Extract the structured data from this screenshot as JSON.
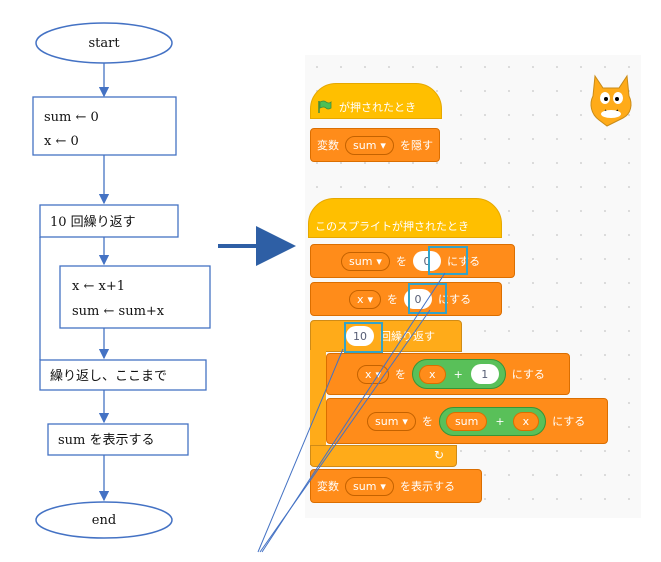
{
  "flowchart": {
    "start": "start",
    "init_line1": "sum ← 0",
    "init_line2": "x ← 0",
    "loop_start": "10 回繰り返す",
    "body_line1": "x ← x+1",
    "body_line2": "sum ← sum+x",
    "loop_end": "繰り返し、ここまで",
    "output": "sum を表示する",
    "end": "end"
  },
  "scratch": {
    "flag_hat": "が押されたとき",
    "hide_var": {
      "label": "変数",
      "var": "sum",
      "suffix": "を隠す"
    },
    "sprite_hat": "このスプライトが押されたとき",
    "set_sum": {
      "var": "sum",
      "mid": "を",
      "value": "0",
      "suffix": "にする"
    },
    "set_x": {
      "var": "x",
      "mid": "を",
      "value": "0",
      "suffix": "にする"
    },
    "repeat": {
      "count": "10",
      "label": "回繰り返す"
    },
    "set_x_inner": {
      "var": "x",
      "mid": "を",
      "lhs": "x",
      "op": "+",
      "rhs": "1",
      "suffix": "にする"
    },
    "set_sum_inner": {
      "var": "sum",
      "mid": "を",
      "lhs": "sum",
      "op": "+",
      "rhs": "x",
      "suffix": "にする"
    },
    "loop_arrow": "↻",
    "show_var": {
      "label": "変数",
      "var": "sum",
      "suffix": "を表示する"
    }
  },
  "colors": {
    "flow_line": "#4472c4",
    "big_arrow": "#2e5fa5",
    "events": "#ffbf00",
    "variables": "#ff8c1a",
    "control": "#ffab19",
    "operators": "#59c059",
    "highlight": "#33a3c8"
  },
  "icons": [
    "green-flag-icon",
    "dropdown-caret-icon",
    "loop-arrow-icon",
    "scratch-cat-icon"
  ]
}
